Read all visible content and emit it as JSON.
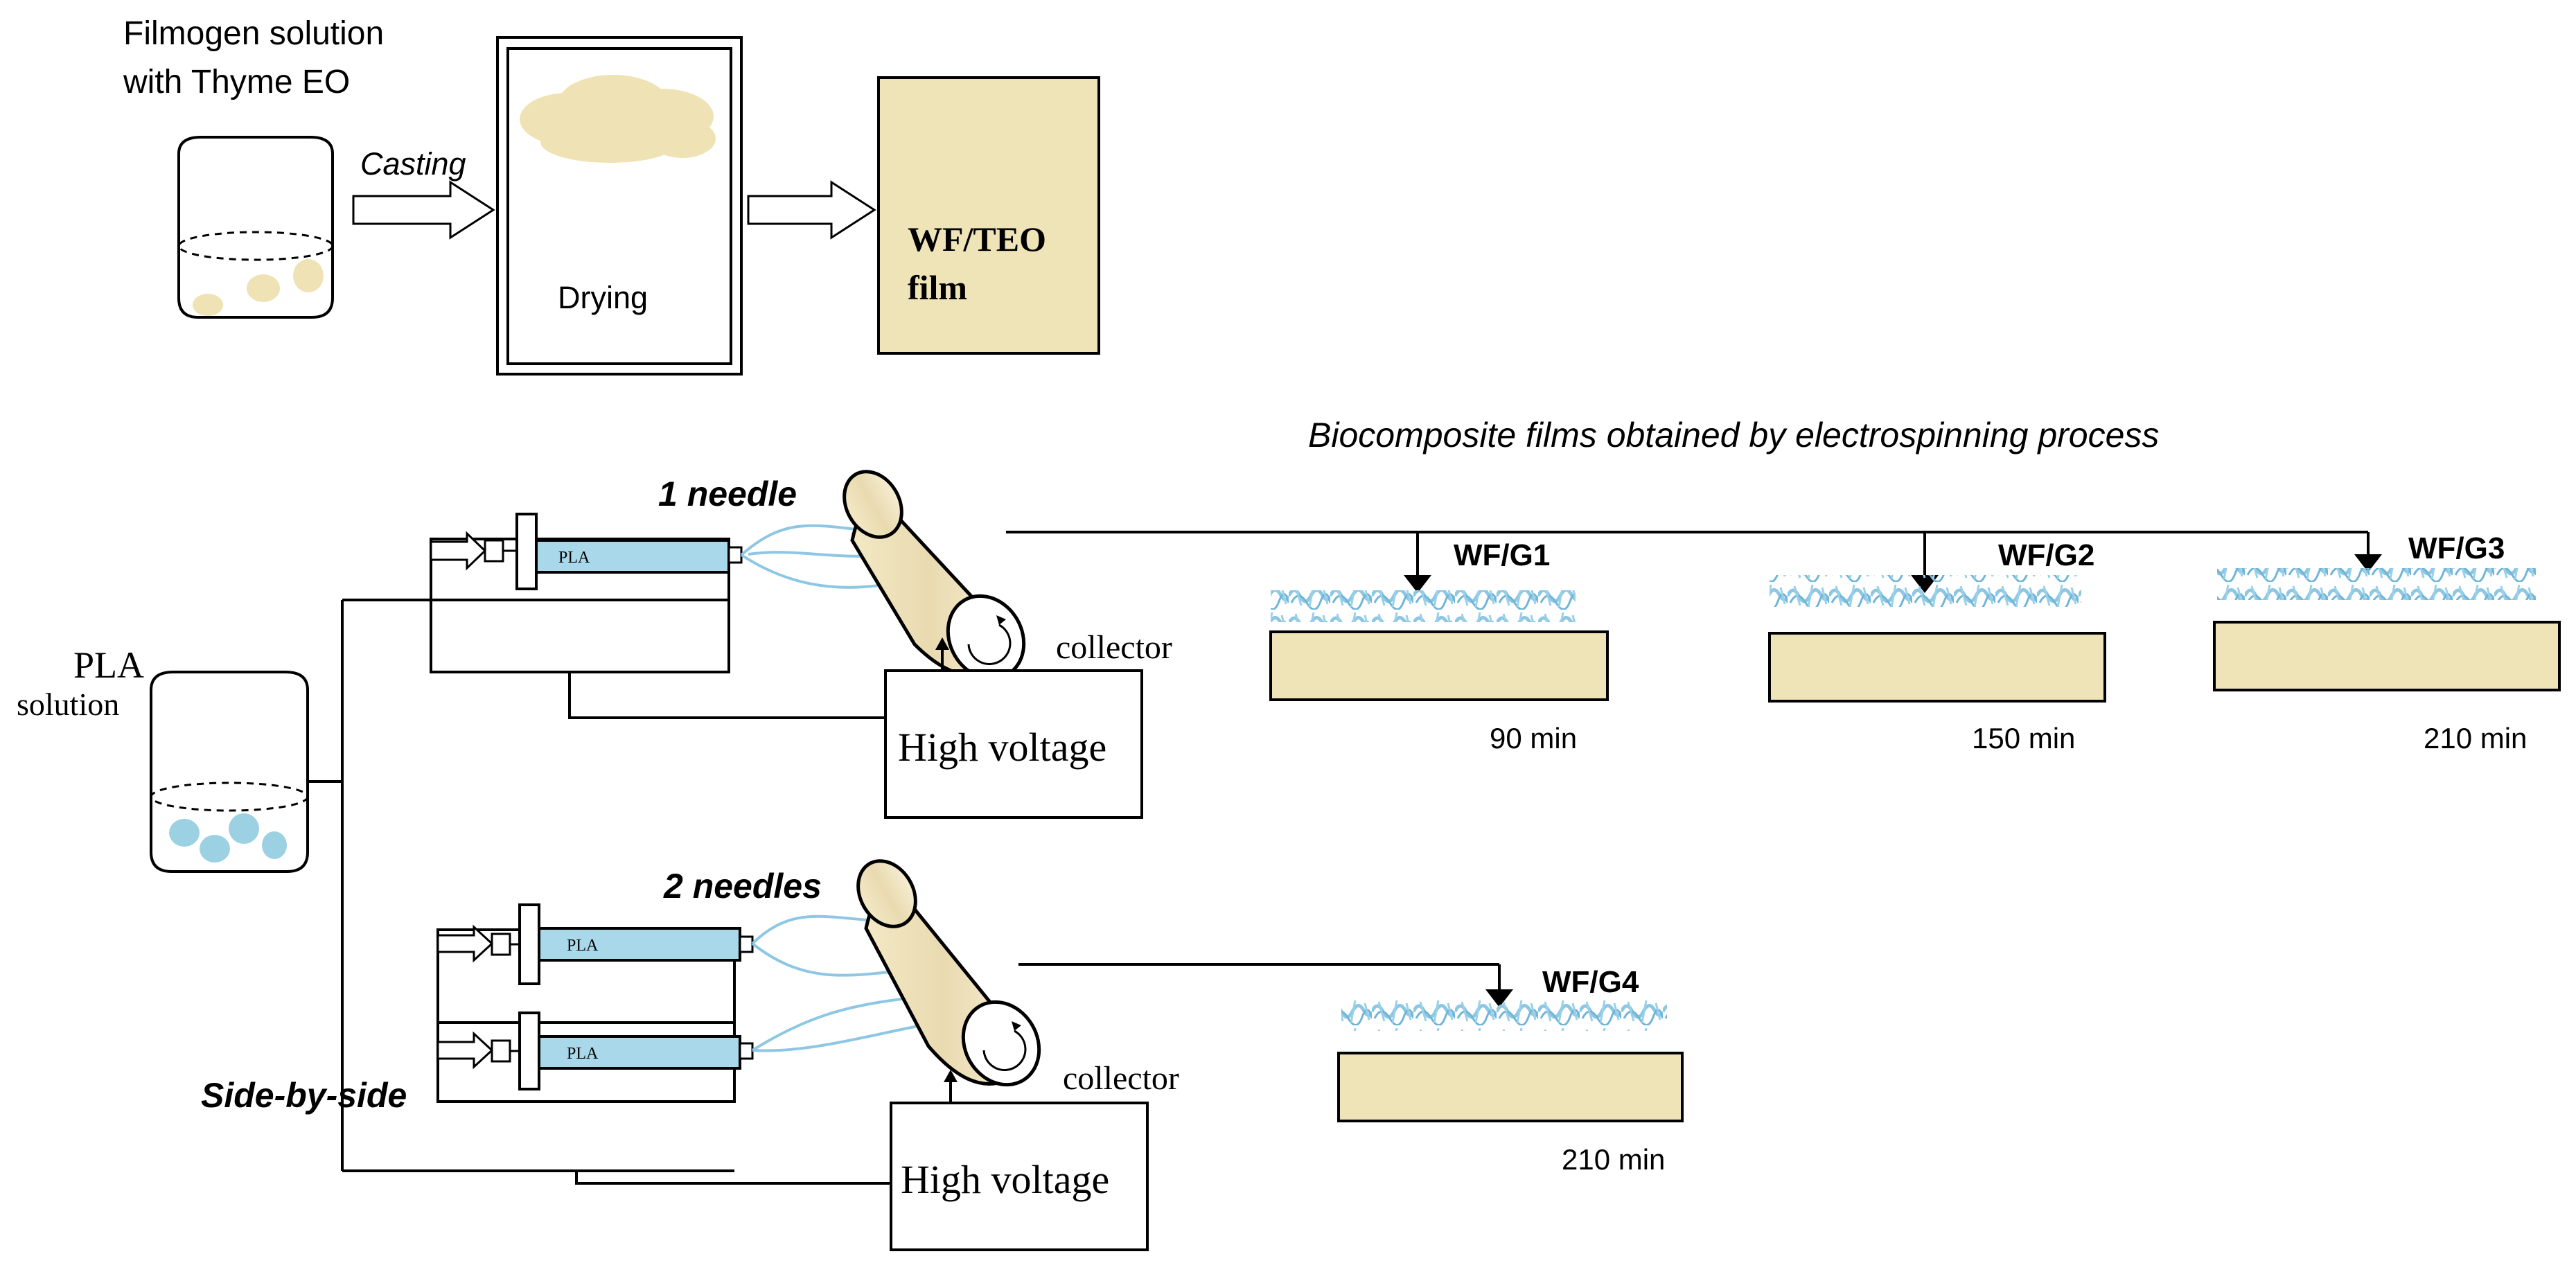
{
  "casting_section": {
    "solution_label_line1": "Filmogen solution",
    "solution_label_line2": "with Thyme EO",
    "casting_label": "Casting",
    "drying_label": "Drying",
    "film_label_line1": "WF/TEO",
    "film_label_line2": "film"
  },
  "electrospinning_section": {
    "title": "Biocomposite films obtained by electrospinning process",
    "pla_label_line1": "PLA",
    "pla_label_line2": "solution",
    "one_needle_label": "1 needle",
    "two_needles_label": "2 needles",
    "side_by_side_label": "Side-by-side",
    "syringe_label": "PLA",
    "collector_label": "collector",
    "high_voltage_label": "High voltage",
    "films": [
      {
        "name": "WF/G1",
        "time": "90 min"
      },
      {
        "name": "WF/G2",
        "time": "150 min"
      },
      {
        "name": "WF/G3",
        "time": "210 min"
      },
      {
        "name": "WF/G4",
        "time": "210 min"
      }
    ]
  },
  "colors": {
    "film_fill": "#efe3b8",
    "solution_blue": "#9cd1e4",
    "syringe_blue": "#a8d8ea",
    "droplet_beige": "#efe2b4",
    "fiber_blue": "#8ec7e3",
    "outline": "#000000"
  }
}
